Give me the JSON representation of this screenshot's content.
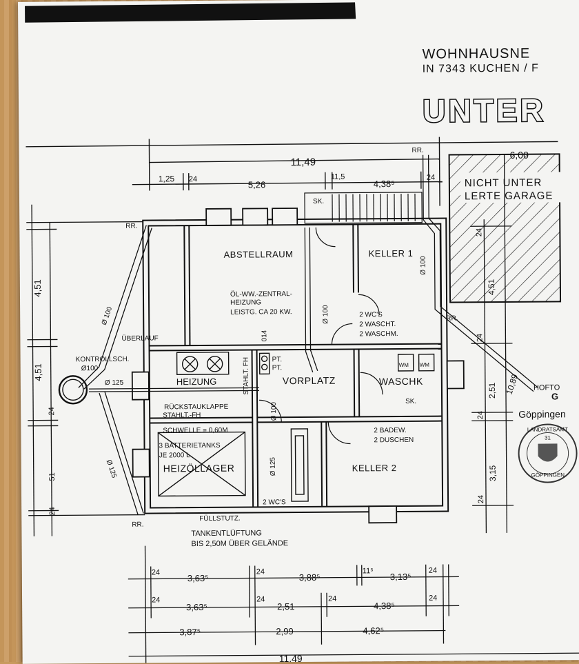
{
  "header": {
    "line1": "WOHNHAUSNE",
    "line2": "IN  7343 KUCHEN / F",
    "big": "UNTER"
  },
  "dims": {
    "top_total": "11,49",
    "top_a": "1,25",
    "top_b": "24",
    "top_c": "5,26",
    "top_d": "11,5",
    "top_e": "4,38⁵",
    "top_f": "24",
    "garage_w": "6,00",
    "left_a": "4,51",
    "left_b": "4,51",
    "left_c": "24",
    "left_d": "51",
    "left_e": "24",
    "right_a": "24",
    "right_b": "4,51",
    "right_c": "24",
    "right_d": "2,51",
    "right_e": "24",
    "right_f": "3,15",
    "right_g": "24",
    "bot1_a": "24",
    "bot1_b": "3,63⁵",
    "bot1_c": "24",
    "bot1_d": "3,88⁵",
    "bot1_e": "11⁵",
    "bot1_f": "3,13⁵",
    "bot1_g": "24",
    "bot2_a": "24",
    "bot2_b": "3,63⁵",
    "bot2_c": "24",
    "bot2_d": "2,51",
    "bot2_e": "24",
    "bot2_f": "4,38⁵",
    "bot2_g": "24",
    "bot3_a": "3,87⁵",
    "bot3_b": "2,99",
    "bot3_c": "4,62⁵",
    "bot_total": "11,49",
    "diag_1": "10,89"
  },
  "rooms": {
    "abstellraum": "ABSTELLRAUM",
    "keller1": "KELLER 1",
    "keller2": "KELLER 2",
    "heizung": "HEIZUNG",
    "vorplatz": "VORPLATZ",
    "waschk": "WASCHK",
    "heizoellager": "HEIZÖLLAGER",
    "garage1": "NICHT UNTER",
    "garage2": "LERTE GARAGE"
  },
  "notes": {
    "rr1": "RR.",
    "rr2": "RR.",
    "rr3": "RR.",
    "rr4": "RR.",
    "sk1": "SK.",
    "sk2": "SK.",
    "oel1": "ÖL-WW.-ZENTRAL-",
    "oel2": "HEIZUNG",
    "oel3": "LEISTG. CA 20 KW.",
    "ueberlauf": "ÜBERLAUF",
    "kontroll1": "KONTROLLSCH.",
    "kontroll2": "Ø100",
    "d125a": "Ø 125",
    "d125b": "Ø 125",
    "d125c": "Ø 125",
    "d100a": "Ø 100",
    "d100b": "Ø 100",
    "d100c": "Ø 100",
    "d100d": "Ø 100",
    "n014": "014",
    "pt1": "PT.",
    "pt2": "PT.",
    "stahlt": "STAHLT. FH",
    "wc1": "2 WC'S",
    "wasch1": "2 WASCHT.",
    "wasch2": "2 WASCHM.",
    "wm1": "WM",
    "wm2": "WM",
    "rueck1": "RÜCKSTAUKLAPPE",
    "rueck2": "STAHLT.-FH",
    "schwelle": "SCHWELLE = 0,60M",
    "batt1": "3 BATTERIETANKS",
    "batt2": "JE 2000 L",
    "badew": "2 BADEW.",
    "duschen": "2 DUSCHEN",
    "wc2": "2 WC'S",
    "fuell": "FÜLLSTUTZ.",
    "tank1": "TANKENTLÜFTUNG",
    "tank2": "BIS 2,50M ÜBER GELÄNDE",
    "hofto": "HOFTO",
    "g": "G"
  },
  "stamp": {
    "city": "Göppingen",
    "ring_top": "LANDRATSAMT",
    "ring_num": "31",
    "ring_bottom": "GÖPPINGEN"
  }
}
